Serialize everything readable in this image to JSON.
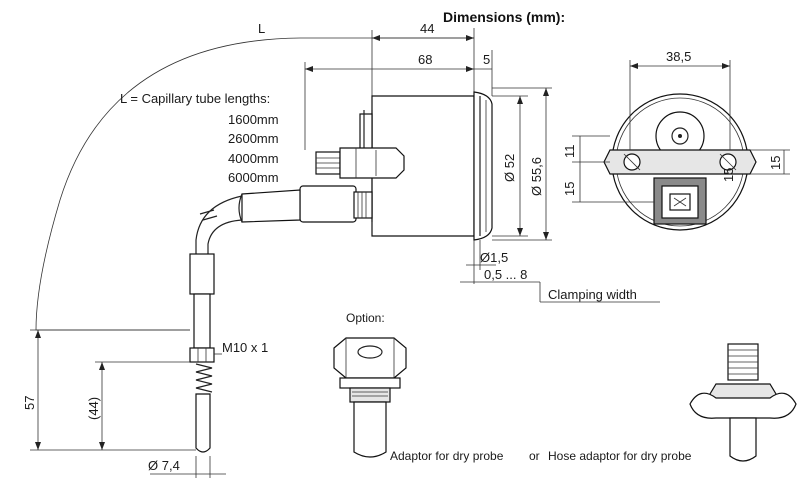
{
  "title": "Dimensions (mm):",
  "dimensions": {
    "L": "L",
    "d44": "44",
    "d68": "68",
    "d5": "5",
    "d38_5": "38,5",
    "d11": "11",
    "d15_left": "15",
    "d15_mid": "15",
    "d15_right": "15",
    "phi52": "Ø 52",
    "phi55_6": "Ø 55,6",
    "phi1_5": "Ø1,5",
    "clamp_range": "0,5 ... 8",
    "clamping_width": "Clamping width",
    "d57": "57",
    "d44_paren": "(44)",
    "thread": "M10 x 1",
    "phi7_4": "Ø 7,4"
  },
  "capillary": {
    "heading": "L = Capillary tube lengths:",
    "lengths": [
      "1600mm",
      "2600mm",
      "4000mm",
      "6000mm"
    ]
  },
  "option": {
    "label": "Option:",
    "adaptor": "Adaptor for dry probe",
    "or": "or",
    "hose_adaptor": "Hose adaptor for dry probe"
  },
  "colors": {
    "line": "#222222",
    "background": "#ffffff"
  }
}
